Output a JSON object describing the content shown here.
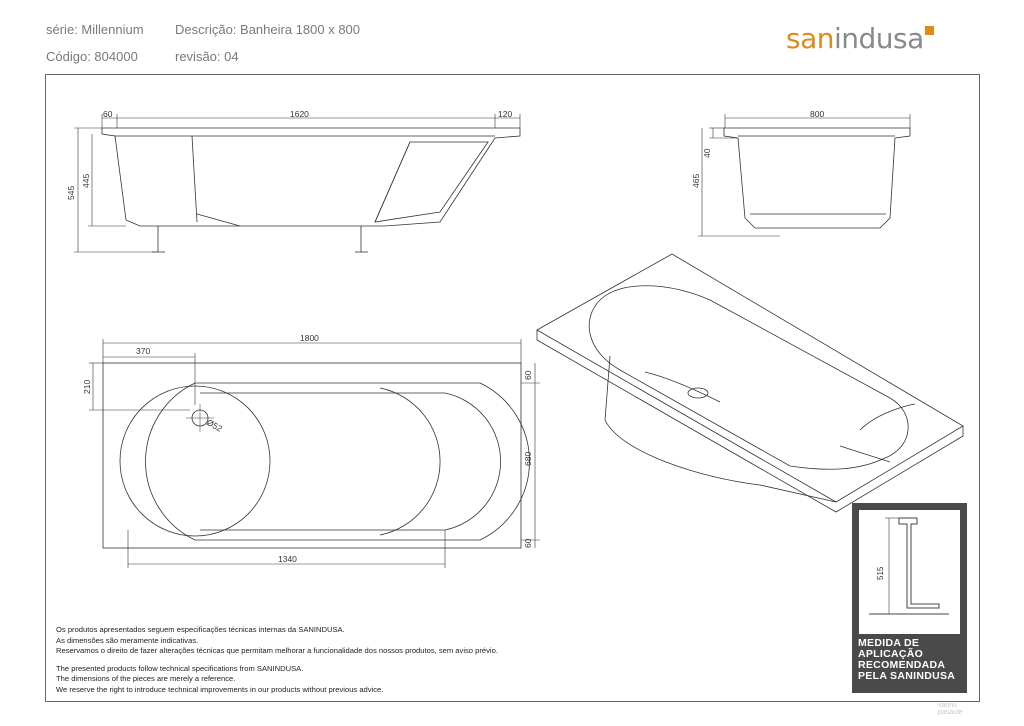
{
  "header": {
    "serie": "série: Millennium",
    "descricao": "Descrição: Banheira 1800 x 800",
    "codigo": "Código: 804000",
    "revisao": "revisão: 04"
  },
  "brand": {
    "part1": "san",
    "part2": "indusa",
    "accent": "#e08a1e",
    "grey": "#8a8a8a"
  },
  "side_view": {
    "d60": "60",
    "d1620": "1620",
    "d120": "120",
    "d545": "545",
    "d445": "445"
  },
  "end_view": {
    "d800": "800",
    "d40": "40",
    "d465": "465"
  },
  "plan_view": {
    "d1800": "1800",
    "d370": "370",
    "d210": "210",
    "d52": "Ø52",
    "d60a": "60",
    "d680": "680",
    "d60b": "60",
    "d1340": "1340"
  },
  "recommendation": {
    "height": "515",
    "line1": "MEDIDA DE",
    "line2": "APLICAÇÃO",
    "line3": "RECOMENDADA",
    "line4": "PELA SANINDUSA"
  },
  "notes": {
    "pt1": "Os produtos apresentados seguem especificações técnicas internas da SANINDUSA.",
    "pt2": "As dimensões são meramente indicativas.",
    "pt3": "Reservamos o direito de fazer alterações técnicas que permitam melhorar a funcionalidade dos nossos produtos, sem aviso prévio.",
    "en1": "The presented products follow technical specifications from SANINDUSA.",
    "en2": "The dimensions of the pieces are merely a reference.",
    "en3": "We reserve the right to introduce technical improvements in our products without previous advice."
  },
  "watermark": {
    "line1": "vannu",
    "line2": "pasaule"
  }
}
